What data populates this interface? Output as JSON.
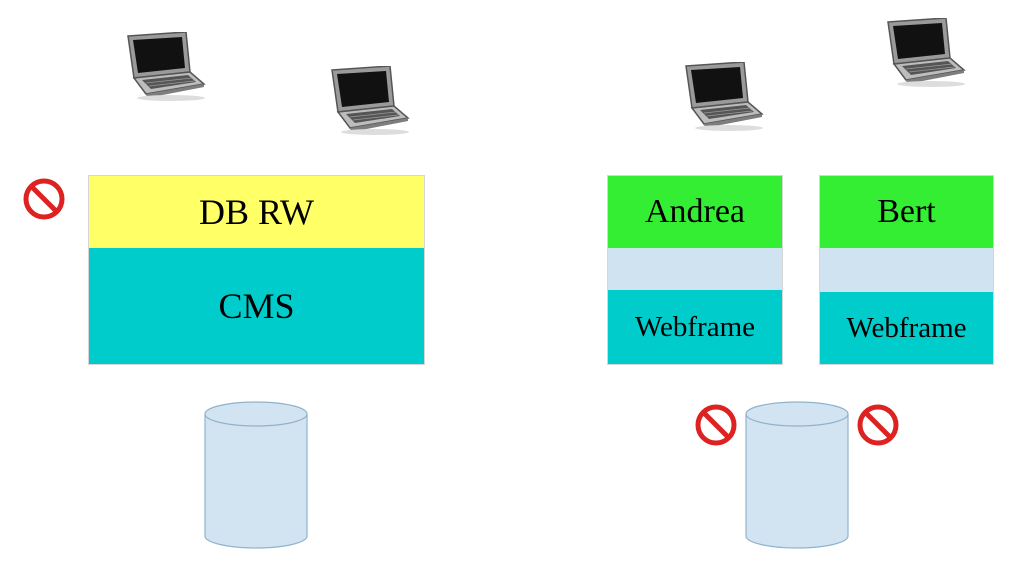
{
  "left_stack": {
    "db_label": "DB RW",
    "cms_label": "CMS"
  },
  "right_stacks": [
    {
      "name_label": "Andrea",
      "frame_label": "Webframe"
    },
    {
      "name_label": "Bert",
      "frame_label": "Webframe"
    }
  ],
  "colors": {
    "yellow": "#ffff66",
    "teal": "#00cccc",
    "green": "#33ee33",
    "lightblue": "#cfe3f0",
    "cylinder": "#d2e4f2",
    "prohibit_red": "#dd2222"
  },
  "icons": [
    "laptop-icon",
    "database-cylinder-icon",
    "prohibited-icon"
  ]
}
